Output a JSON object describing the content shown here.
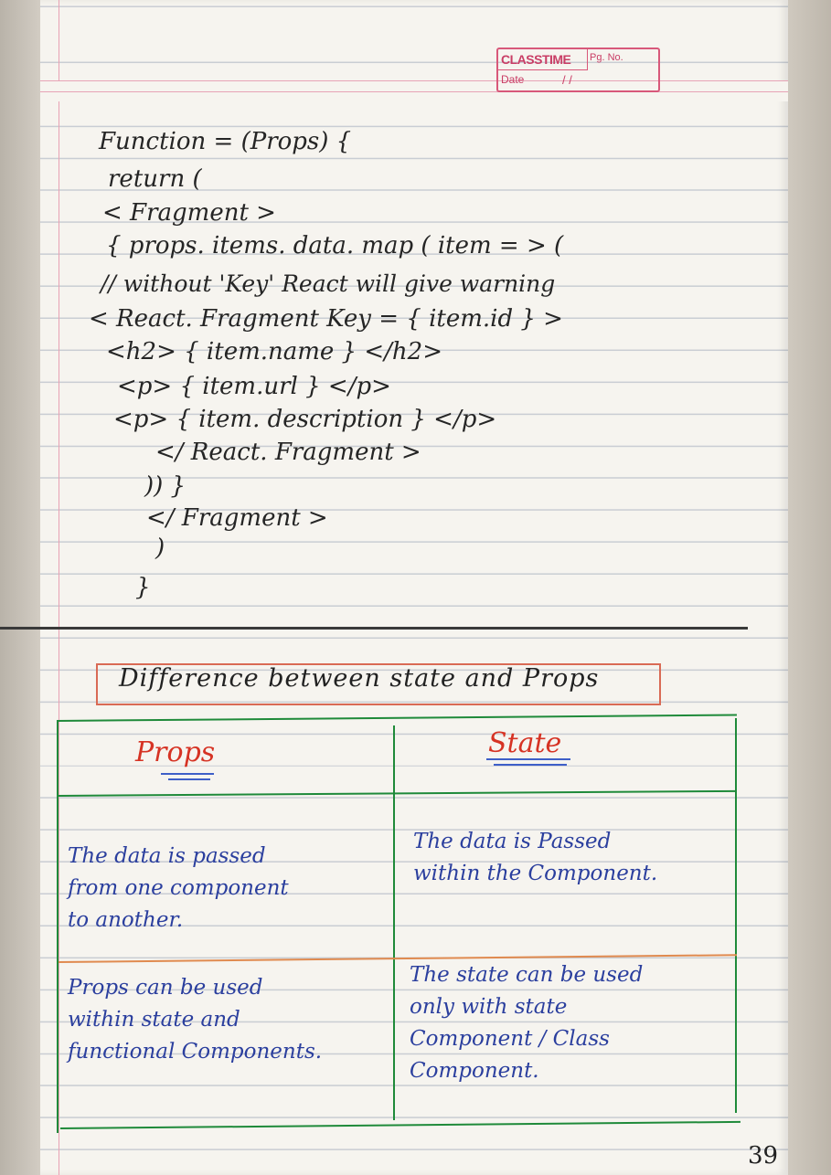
{
  "stamp": {
    "brand": "CLASSTIME",
    "page_label": "Pg. No.",
    "date_label": "Date",
    "date_slashes": "/        /"
  },
  "code_lines": [
    "Function = (Props) {",
    "return (",
    "< Fragment >",
    "{ props. items. data. map ( item = > (",
    "// without 'Key' React will give warning",
    "< React. Fragment Key = { item.id } >",
    "<h2> { item.name } </h2>",
    "<p> { item.url } </p>",
    "<p> { item. description } </p>",
    "</ React. Fragment >",
    ")) }",
    "</ Fragment >",
    ")",
    "}"
  ],
  "section_title": "Difference between state and Props",
  "table": {
    "headers": [
      "Props",
      "State"
    ],
    "rows": [
      [
        "The data is passed\nfrom one component\nto another.",
        "The data is Passed\nwithin the Component."
      ],
      [
        "Props can be used\nwithin state and\nfunctional Components.",
        "The state can be used\nonly with state\nComponent / Class\nComponent."
      ]
    ]
  },
  "page_number": "39",
  "colors": {
    "ink": "#252525",
    "table_border": "#1f8a3a",
    "header_red": "#d63324",
    "cell_blue": "#2b3f9e",
    "stamp_pink": "#d8587a"
  }
}
